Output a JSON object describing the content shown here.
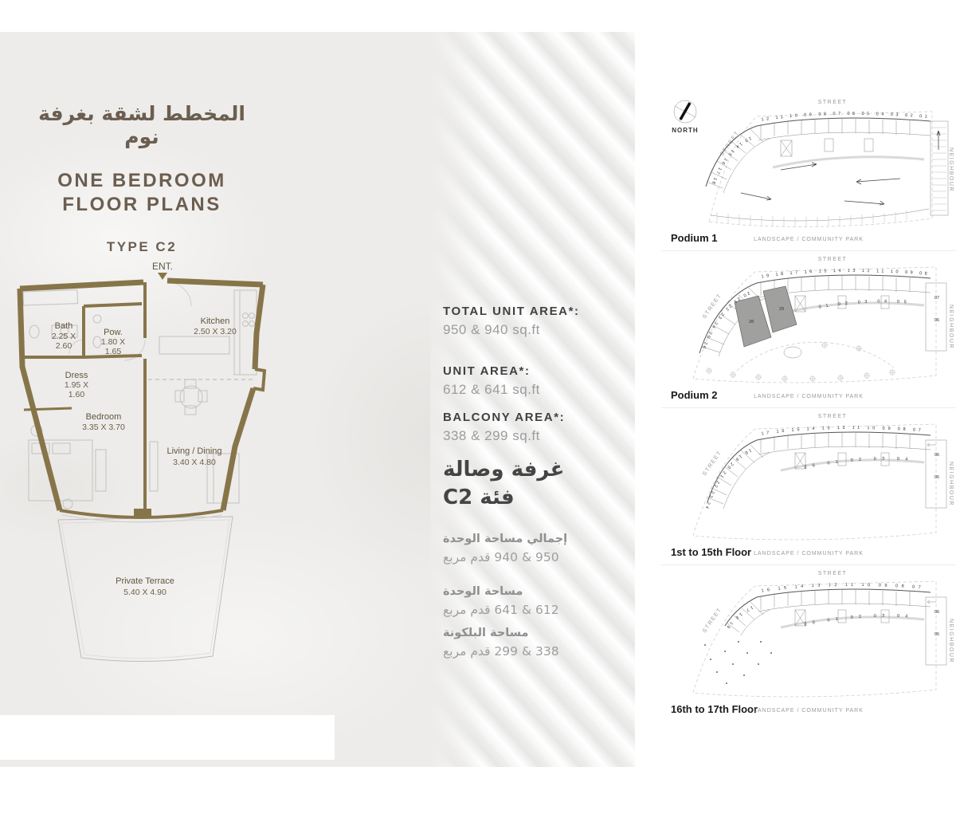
{
  "accent_color": "#87754a",
  "title_color": "#6b5e50",
  "left": {
    "title_ar": "المخطط لشقة بغرفة نوم",
    "title_en_line1": "ONE BEDROOM",
    "title_en_line2": "FLOOR PLANS",
    "type_label": "TYPE C2",
    "plan": {
      "ent_label": "ENT.",
      "bath_name": "Bath",
      "bath_dim1": "2.25 X",
      "bath_dim2": "2.60",
      "pow_name": "Pow.",
      "pow_dim1": "1.80 X",
      "pow_dim2": "1.65",
      "kitchen_name": "Kitchen",
      "kitchen_dim": "2.50 X 3.20",
      "dress_name": "Dress",
      "dress_dim1": "1.95 X",
      "dress_dim2": "1.60",
      "bedroom_name": "Bedroom",
      "bedroom_dim": "3.35 X 3.70",
      "living_name": "Living / Dining",
      "living_dim": "3.40 X 4.80",
      "terrace_name": "Private Terrace",
      "terrace_dim": "5.40 X 4.90"
    }
  },
  "areas": {
    "total_label": "TOTAL UNIT AREA*:",
    "total_value": "950 & 940 sq.ft",
    "unit_label": "UNIT AREA*:",
    "unit_value": "612 & 641 sq.ft",
    "balcony_label": "BALCONY AREA*:",
    "balcony_value": "338 & 299 sq.ft"
  },
  "areas_ar": {
    "head_line1": "غرفة وصالة",
    "head_line2": "فئة C2",
    "total_label": "إجمالي مساحة الوحدة",
    "total_value": "950 & 940 قدم مربع",
    "unit_label": "مساحة الوحدة",
    "unit_value": "612 & 641 قدم مربع",
    "balcony_label": "مساحة البلكونة",
    "balcony_value": "338 & 299 قدم مربع"
  },
  "keyplans": {
    "compass_label": "NORTH",
    "street": "STREET",
    "neighbour": "NEIGHBOUR",
    "park": "LANDSCAPE / COMMUNITY PARK",
    "plans": [
      {
        "name": "Podium 1",
        "top_units": "12 11 10 09 08 07 06 05 04 03 02 01",
        "arc_units": "13 14 15 16 17 18 19",
        "inner_units": "",
        "side_unit_a": "",
        "side_unit_b": ""
      },
      {
        "name": "Podium 2",
        "top_units": "19 18 17 16 15 14 13 12 11 10 09 08",
        "arc_units": "20 21 22 23 24 25 26 27",
        "inner_units": "01  02  03  04  05",
        "side_unit_a": "07",
        "side_unit_b": "06",
        "highlight_a": "29",
        "highlight_b": "28"
      },
      {
        "name": "1st to 15th Floor",
        "top_units": "17 16 15 14 13 12 11 10 09 08 07",
        "arc_units": "18 19 20 21 22 23 24",
        "inner_units": "26  01  02  03  04",
        "side_unit_a": "06",
        "side_unit_b": "05"
      },
      {
        "name": "16th to 17th Floor",
        "top_units": "16 15 14 13 12 11 10 09 08 07",
        "arc_units": "17 18 19",
        "inner_units": "20  01  02  03  04",
        "side_unit_a": "06",
        "side_unit_b": "05"
      }
    ]
  }
}
